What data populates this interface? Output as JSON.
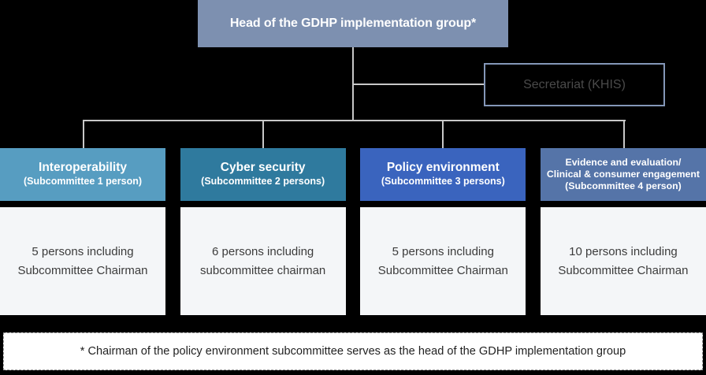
{
  "head": {
    "label": "Head of the GDHP implementation group*",
    "bg": "#7d90b0",
    "text_color": "#ffffff"
  },
  "secretariat": {
    "label": "Secretariat (KHIS)",
    "border_color": "#8497b8",
    "text_color": "#4a4a4a"
  },
  "connector_color": "#c8c8c8",
  "columns": [
    {
      "title": "Interoperability",
      "subtitle": "(Subcommittee 1 person)",
      "header_bg": "#579dc1",
      "body": "5 persons including Subcommittee Chairman"
    },
    {
      "title": "Cyber security",
      "subtitle": "(Subcommittee 2 persons)",
      "header_bg": "#2f7a9e",
      "body": "6 persons including subcommittee chairman"
    },
    {
      "title": "Policy environment",
      "subtitle": "(Subcommittee 3 persons)",
      "header_bg": "#3a64be",
      "body": "5 persons including Subcommittee Chairman"
    },
    {
      "title": "Evidence and evaluation/",
      "title2": "Clinical & consumer engagement",
      "subtitle": "(Subcommittee 4 person)",
      "header_bg": "#5574a8",
      "body": "10 persons including Subcommittee Chairman"
    }
  ],
  "footnote": {
    "text": "* Chairman of the policy environment subcommittee serves as the head of the GDHP implementation group"
  }
}
